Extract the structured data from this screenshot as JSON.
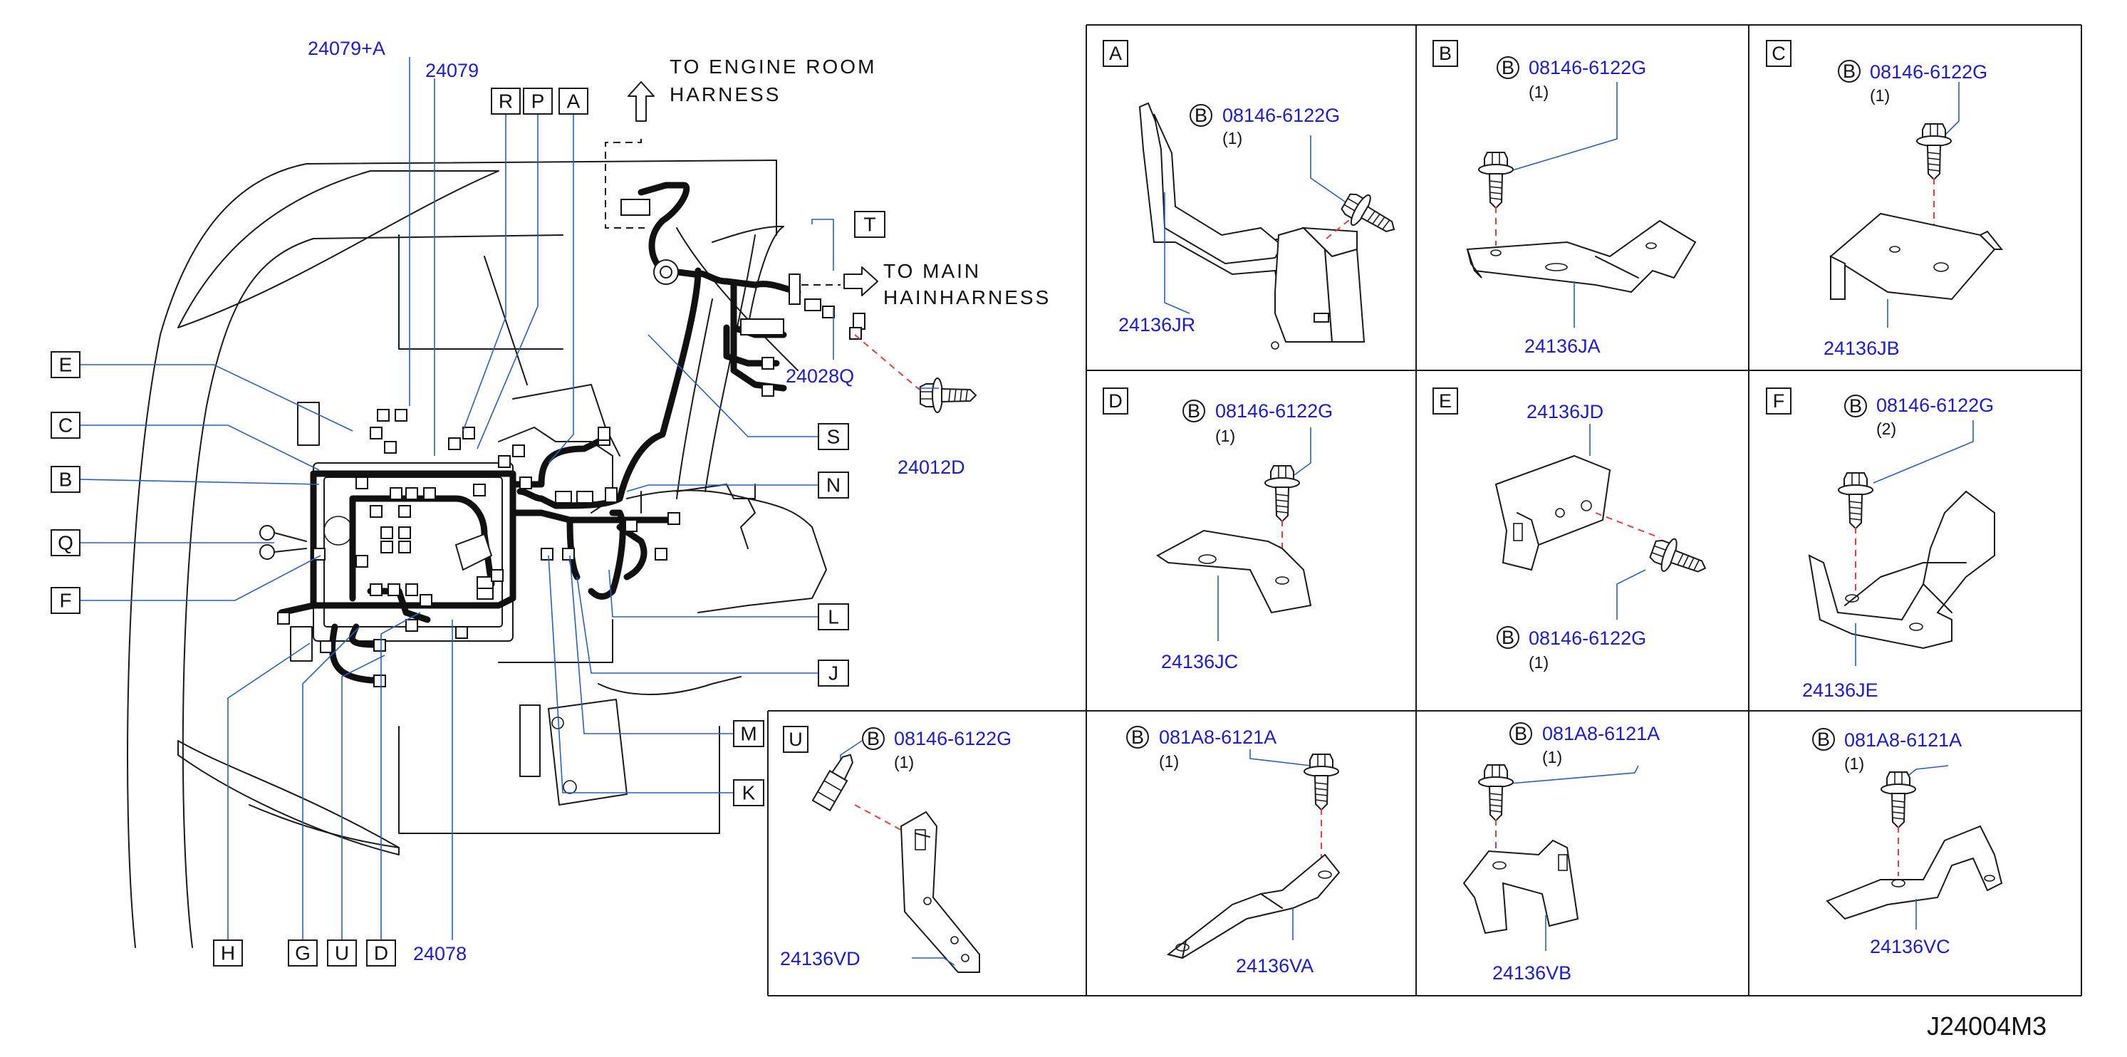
{
  "callouts": {
    "E": "E",
    "C": "C",
    "B": "B",
    "Q": "Q",
    "F": "F",
    "H": "H",
    "G": "G",
    "U": "U",
    "D": "D",
    "R": "R",
    "P": "P",
    "A": "A",
    "T": "T",
    "S": "S",
    "N": "N",
    "L": "L",
    "J": "J",
    "M": "M",
    "K": "K"
  },
  "parts": {
    "p24079a": "24079+A",
    "p24079": "24079",
    "p24078": "24078",
    "p24028q": "24028Q",
    "p24012d": "24012D"
  },
  "notes": {
    "engine_line1": "TO  ENGINE  ROOM",
    "engine_line2": "HARNESS",
    "main_line1": "TO  MAIN",
    "main_line2": "HAINHARNESS"
  },
  "panels": {
    "A": {
      "letter": "A",
      "symbol": "B",
      "bolt": "08146-6122G",
      "qty": "(1)",
      "part": "24136JR"
    },
    "B": {
      "letter": "B",
      "symbol": "B",
      "bolt": "08146-6122G",
      "qty": "(1)",
      "part": "24136JA"
    },
    "C": {
      "letter": "C",
      "symbol": "B",
      "bolt": "08146-6122G",
      "qty": "(1)",
      "part": "24136JB"
    },
    "D": {
      "letter": "D",
      "symbol": "B",
      "bolt": "08146-6122G",
      "qty": "(1)",
      "part": "24136JC"
    },
    "E": {
      "letter": "E",
      "symbol": "B",
      "bolt": "08146-6122G",
      "qty": "(1)",
      "part": "24136JD"
    },
    "F": {
      "letter": "F",
      "symbol": "B",
      "bolt": "08146-6122G",
      "qty": "(2)",
      "part": "24136JE"
    },
    "U": {
      "letter": "U",
      "symbol": "B",
      "bolt": "08146-6122G",
      "qty": "(1)",
      "part": "24136VD"
    },
    "VA": {
      "symbol": "B",
      "bolt": "081A8-6121A",
      "qty": "(1)",
      "part": "24136VA"
    },
    "VB": {
      "symbol": "B",
      "bolt": "081A8-6121A",
      "qty": "(1)",
      "part": "24136VB"
    },
    "VC": {
      "symbol": "B",
      "bolt": "081A8-6121A",
      "qty": "(1)",
      "part": "24136VC"
    }
  },
  "drawing_code": "J24004M3",
  "colors": {
    "part_number": "#1c1ccc",
    "leader": "#2a5fc0",
    "center_line": "#e04040",
    "ink": "#1a1a1a"
  }
}
